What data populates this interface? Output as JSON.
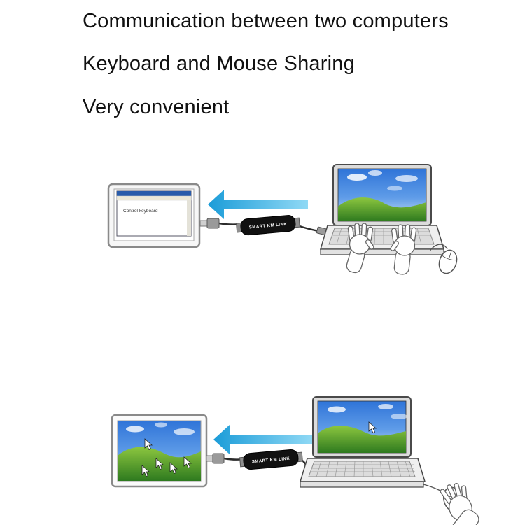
{
  "headline": {
    "line1": "Communication between two computers",
    "line2": "Keyboard and Mouse Sharing",
    "line3": "Very convenient"
  },
  "scene1": {
    "monitor_text": "Control keyboard",
    "device_label": "SMART KM LINK"
  },
  "scene2": {
    "device_label": "SMART KM LINK"
  },
  "colors": {
    "arrow_blue": "#29a8de",
    "xp_sky_blue": "#2f74d8",
    "xp_grass_green": "#3f9a28",
    "device_black": "#111111"
  }
}
